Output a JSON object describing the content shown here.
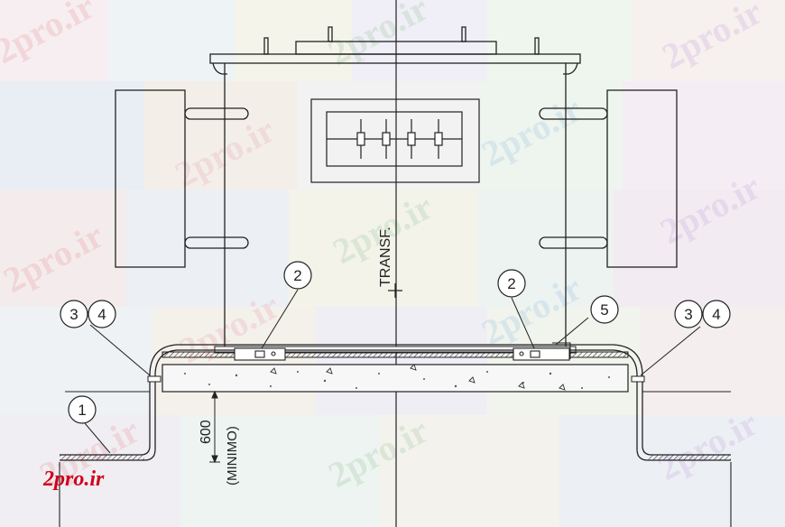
{
  "watermark": {
    "text": "2pro.ir",
    "colors": [
      "#e89aa0",
      "#9cc9a0",
      "#c9a7e0",
      "#e8a8b8",
      "#9ec3e6"
    ]
  },
  "brand": {
    "text": "2pro.ir",
    "color": "#d0021b"
  },
  "drawing": {
    "centerline_label": "TRANSF.",
    "dimension_value": "600",
    "dimension_note": "(MINIMO)",
    "callouts": [
      "1",
      "2",
      "2",
      "3",
      "4",
      "3",
      "4",
      "5"
    ]
  }
}
